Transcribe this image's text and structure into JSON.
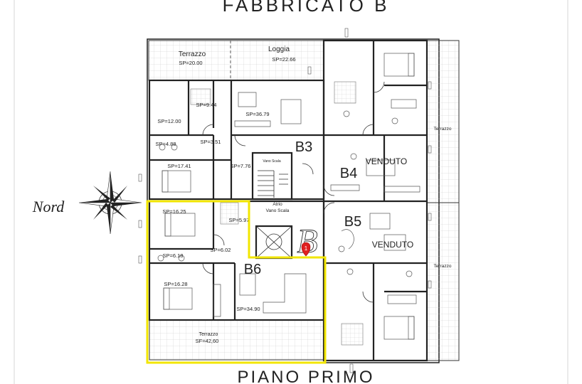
{
  "building_title": "FABBRICATO B",
  "floor_title": "PIANO PRIMO",
  "north_label": "Nord",
  "stair_labels": {
    "vano_scala": "Vano Scala",
    "atrio_line1": "Atrio",
    "atrio_line2": "Vano Scala"
  },
  "building_letter": "B",
  "marker_number": "1",
  "highlight_color": "#f2e600",
  "marker_color": "#e02020",
  "units": [
    {
      "id": "B3",
      "label": "B3",
      "status": ""
    },
    {
      "id": "B4",
      "label": "B4",
      "status": "VENDUTO"
    },
    {
      "id": "B5",
      "label": "B5",
      "status": "VENDUTO"
    },
    {
      "id": "B6",
      "label": "B6",
      "status": ""
    }
  ],
  "outdoor": [
    {
      "id": "terrazzo-b3",
      "name": "Terrazzo",
      "area": "SP=20.00"
    },
    {
      "id": "loggia-b3",
      "name": "Loggia",
      "area": "SP=22.66"
    },
    {
      "id": "terrazzo-b6",
      "name": "Terrazzo",
      "area": "SF=42,60"
    },
    {
      "id": "terrazzo-right-1",
      "name": "Terrazzo",
      "area": ""
    },
    {
      "id": "terrazzo-right-2",
      "name": "Terrazzo",
      "area": ""
    }
  ],
  "rooms": [
    "SP=9.44",
    "SP=12.00",
    "SP=36.79",
    "SP=4.88",
    "SP=3.51",
    "SP=7.76",
    "SP=17.41",
    "SP=16.25",
    "SP=5.97",
    "SP=6.02",
    "SP=6.18",
    "SP=16.28",
    "SP=34.90"
  ]
}
